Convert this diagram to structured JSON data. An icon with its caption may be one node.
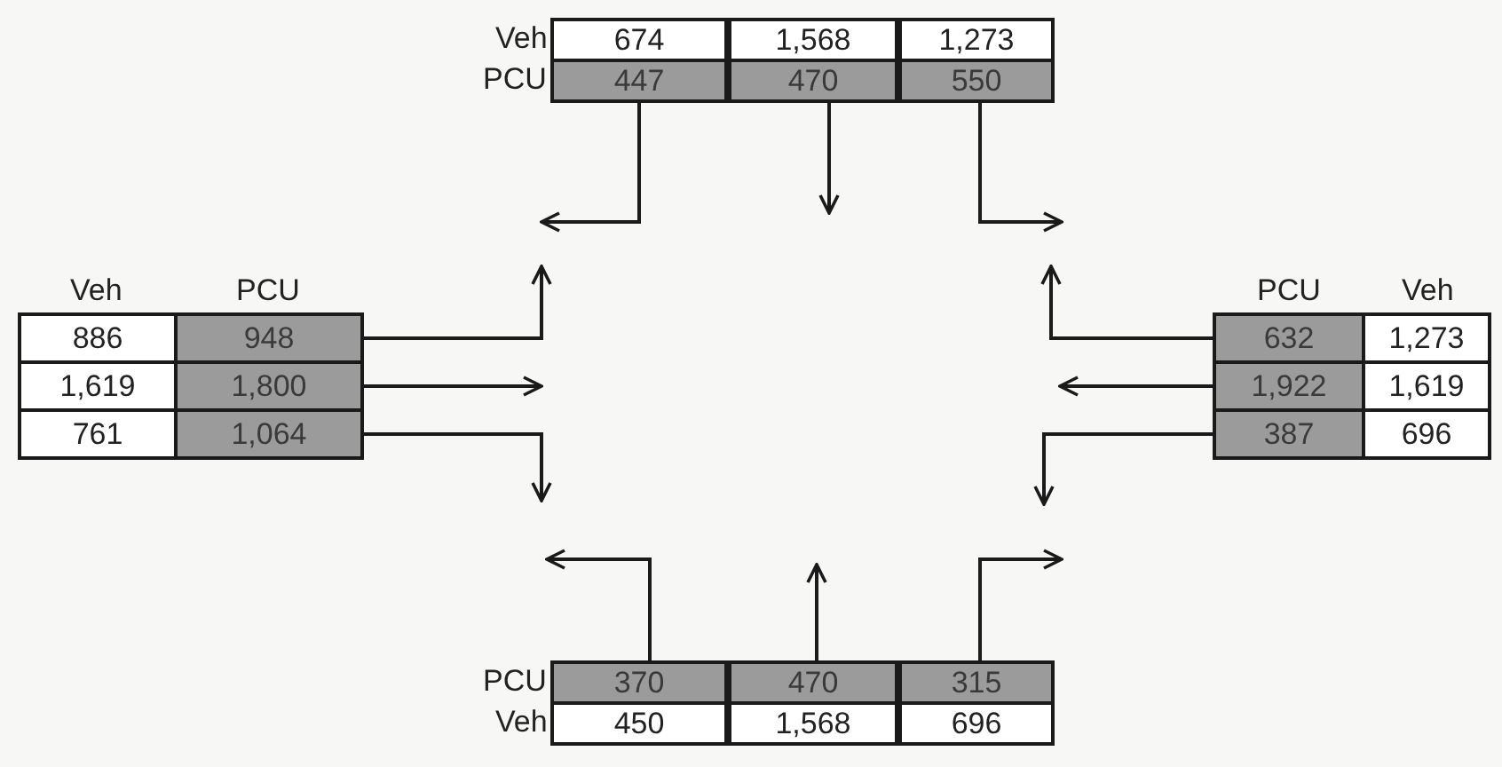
{
  "diagram": {
    "nodes": [
      {
        "text": [
          "674"
        ]
      },
      {
        "text": [
          "1,568"
        ]
      },
      {
        "text": [
          "1,273"
        ]
      },
      {
        "text": [
          "447"
        ]
      },
      {
        "text": [
          "470"
        ]
      },
      {
        "text": [
          "550"
        ]
      },
      {
        "text": [
          "886"
        ]
      },
      {
        "text": [
          "948"
        ]
      },
      {
        "text": [
          "1,619"
        ]
      },
      {
        "text": [
          "1,800"
        ]
      },
      {
        "text": [
          "761"
        ]
      },
      {
        "text": [
          "1,064"
        ]
      },
      {
        "text": [
          "632"
        ]
      },
      {
        "text": [
          "1,273"
        ]
      },
      {
        "text": [
          "1,922"
        ]
      },
      {
        "text": [
          "1,619"
        ]
      },
      {
        "text": [
          "387"
        ]
      },
      {
        "text": [
          "696"
        ]
      },
      {
        "text": [
          "370"
        ]
      },
      {
        "text": [
          "470"
        ]
      },
      {
        "text": [
          "315"
        ]
      },
      {
        "text": [
          "450"
        ]
      },
      {
        "text": [
          "1,568"
        ]
      },
      {
        "text": [
          "696"
        ]
      }
    ],
    "edges": [
      {
        "from": 3,
        "to": null,
        "arrow": "to"
      },
      {
        "from": 4,
        "to": null,
        "arrow": "to"
      },
      {
        "from": 5,
        "to": null,
        "arrow": "to"
      },
      {
        "from": 7,
        "to": null,
        "arrow": "to"
      },
      {
        "from": 9,
        "to": null,
        "arrow": "to"
      },
      {
        "from": 11,
        "to": null,
        "arrow": "to"
      },
      {
        "from": 12,
        "to": null,
        "arrow": "to"
      },
      {
        "from": 14,
        "to": null,
        "arrow": "to"
      },
      {
        "from": 16,
        "to": null,
        "arrow": "to"
      },
      {
        "from": 18,
        "to": null,
        "arrow": "to"
      },
      {
        "from": 19,
        "to": null,
        "arrow": "to"
      },
      {
        "from": 20,
        "to": null,
        "arrow": "to"
      }
    ],
    "labels": [
      "Veh",
      "PCU",
      "Veh",
      "PCU",
      "PCU",
      "Veh",
      "PCU",
      "Veh"
    ]
  }
}
